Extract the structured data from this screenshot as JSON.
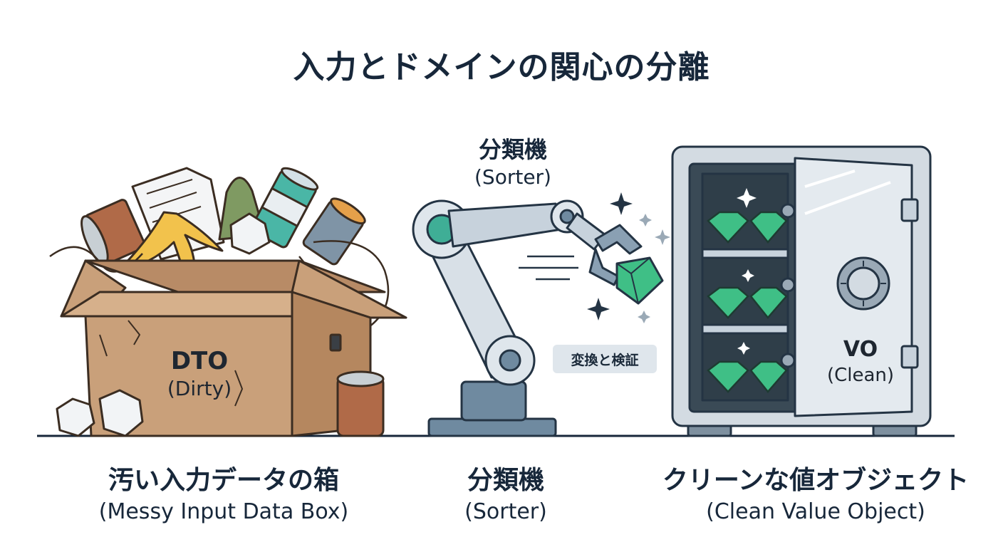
{
  "title": "入力とドメインの関心の分離",
  "box": {
    "label": "DTO",
    "sublabel": "(Dirty)"
  },
  "sorter": {
    "label": "分類機",
    "sublabel": "(Sorter)",
    "badge": "変換と検証"
  },
  "safe": {
    "label": "VO",
    "sublabel": "(Clean)"
  },
  "captions": {
    "left": {
      "jp": "汚い入力データの箱",
      "en": "(Messy Input Data Box)"
    },
    "mid": {
      "jp": "分類機",
      "en": "(Sorter)"
    },
    "right": {
      "jp": "クリーンな値オブジェクト",
      "en": "(Clean Value Object)"
    }
  },
  "colors": {
    "ink": "#17273a",
    "cardboard": "#c9a07a",
    "robot": "#c7d2dc",
    "teal": "#2aa889",
    "gem": "#3fbf86",
    "safe": "#d3dbe2"
  }
}
